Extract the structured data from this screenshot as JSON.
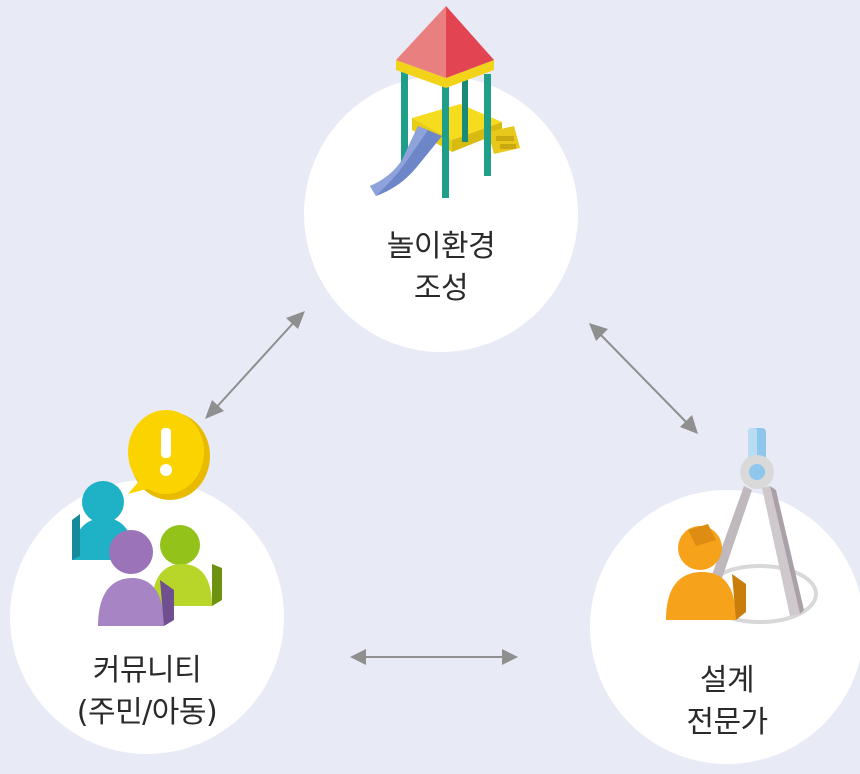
{
  "colors": {
    "background": "#e8eaf5",
    "circle": "#ffffff",
    "arrow": "#8f8f8f",
    "text": "#2a2a2a"
  },
  "nodes": {
    "top": {
      "line1": "놀이환경",
      "line2": "조성",
      "icon": "playground-slide-icon"
    },
    "left": {
      "line1": "커뮤니티",
      "line2": "(주민/아동)",
      "icon": "community-people-icon"
    },
    "right": {
      "line1": "설계",
      "line2": "전문가",
      "icon": "designer-compass-icon"
    }
  }
}
